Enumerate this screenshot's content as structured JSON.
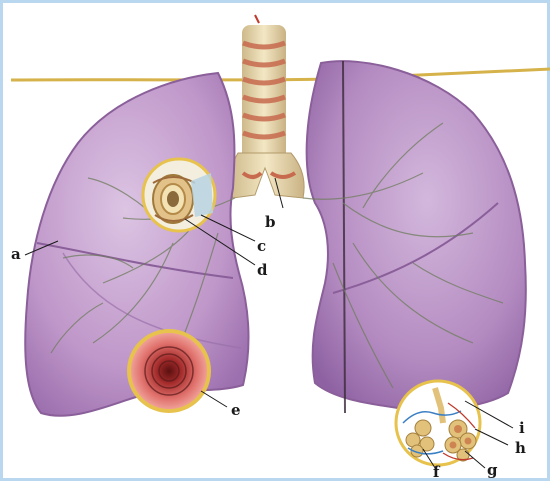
{
  "labels": {
    "a": "a",
    "b": "b",
    "c": "c",
    "d": "d",
    "e": "e",
    "f": "f",
    "g": "g",
    "h": "h",
    "i": "i"
  },
  "colors": {
    "lung": "#b98fc4",
    "lung_light": "#d9bfe0",
    "lung_edge": "#8a5f9a",
    "trachea_ring": "#e9d7a8",
    "trachea_band": "#c86a4e",
    "vessel": "#d6b24a",
    "bronchi_tree": "#7e8a6a",
    "inset_frame": "#e7c24c",
    "bronchiole_red": "#d9524f"
  },
  "icons": [
    "lung-illustration",
    "trachea",
    "bronchus-cross-section",
    "bronchiole-cross-section",
    "alveoli-cluster"
  ]
}
